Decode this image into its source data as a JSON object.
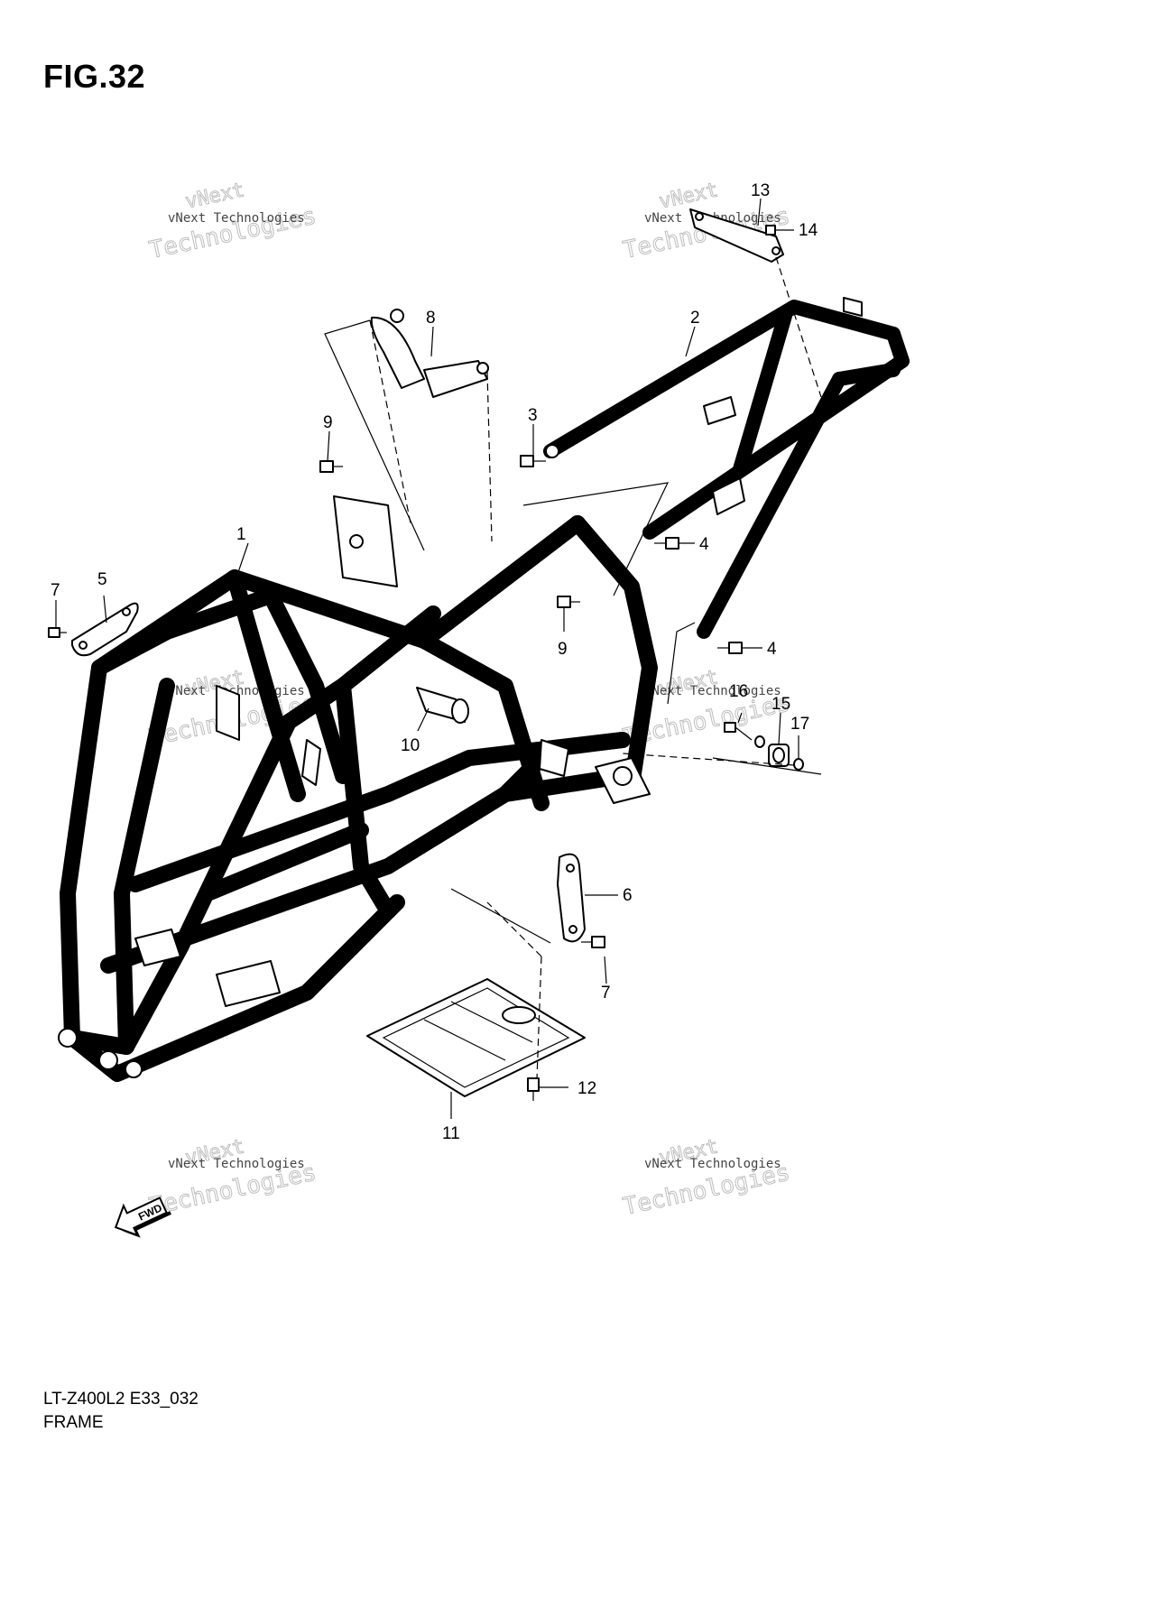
{
  "figure": {
    "title": "FIG.32",
    "model_code": "LT-Z400L2 E33_032",
    "name": "FRAME",
    "fwd_label": "FWD"
  },
  "watermarks": [
    {
      "line1": "vNext",
      "line2": "vNext Technologies",
      "line3": "Technologies"
    },
    {
      "line1": "vNext",
      "line2": "vNext Technologies",
      "line3": "Technologies"
    },
    {
      "line1": "vNext",
      "line2": "vNext Technologies",
      "line3": "Technologies"
    },
    {
      "line1": "vNext",
      "line2": "vNext Technologies",
      "line3": "Technologies"
    },
    {
      "line1": "vNext",
      "line2": "vNext Technologies",
      "line3": "Technologies"
    },
    {
      "line1": "vNext",
      "line2": "vNext Technologies",
      "line3": "Technologies"
    }
  ],
  "callouts": [
    "1",
    "2",
    "3",
    "4",
    "4",
    "5",
    "6",
    "7",
    "7",
    "8",
    "9",
    "9",
    "10",
    "11",
    "12",
    "13",
    "14",
    "15",
    "16",
    "17"
  ],
  "icons": [
    "fwd-arrow-icon"
  ]
}
